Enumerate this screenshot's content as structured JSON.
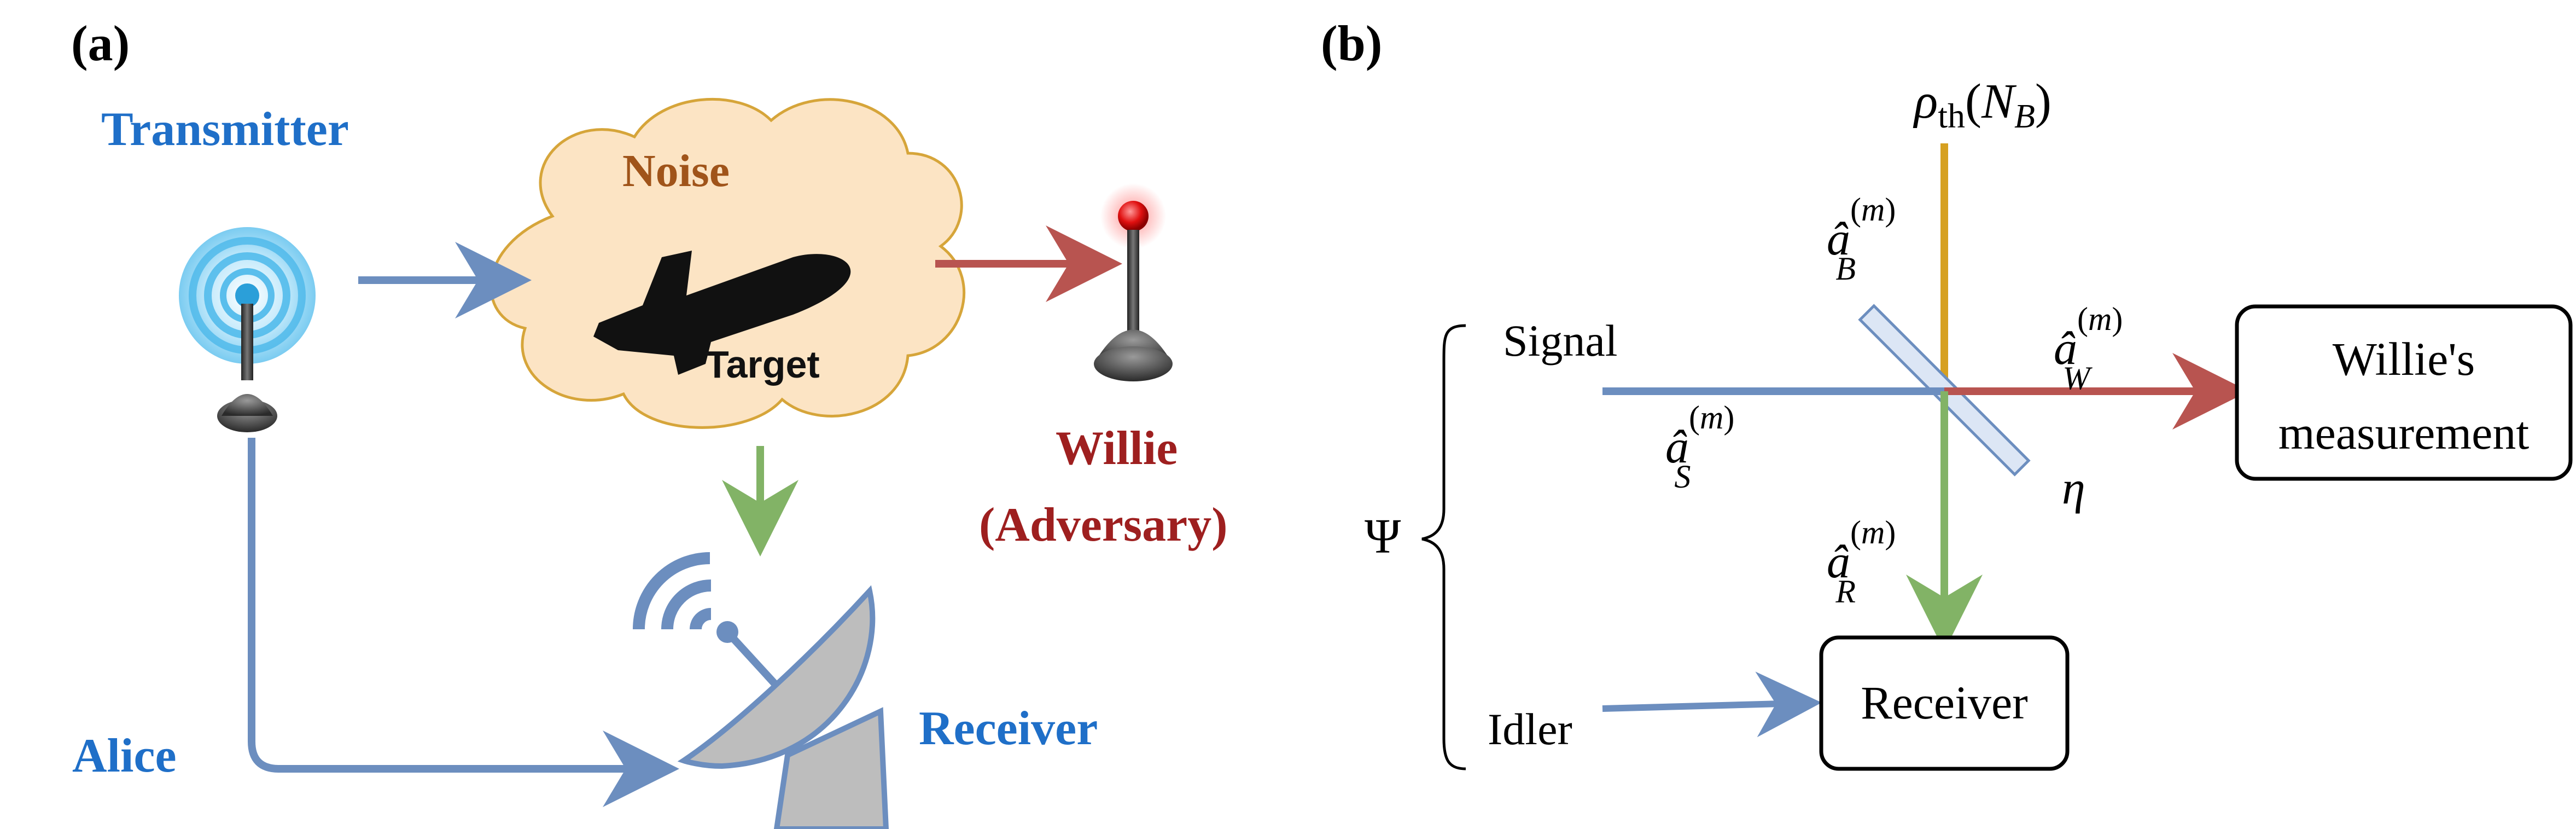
{
  "panel_a": {
    "label": "(a)",
    "transmitter_label": "Transmitter",
    "noise_label": "Noise",
    "target_label": "Target",
    "willie_label": "Willie",
    "adversary_label": "(Adversary)",
    "alice_label": "Alice",
    "receiver_label": "Receiver"
  },
  "panel_b": {
    "label": "(b)",
    "thermal_label": "ρ_th(N_B)",
    "mode_b": "â_B^(m)",
    "mode_w": "â_W^(m)",
    "mode_s": "â_S^(m)",
    "mode_r": "â_R^(m)",
    "signal_label": "Signal",
    "idler_label": "Idler",
    "psi_label": "Ψ",
    "eta_label": "η",
    "willie_box_line1": "Willie's",
    "willie_box_line2": "measurement",
    "receiver_box": "Receiver"
  },
  "colors": {
    "blue_arrow": "#6C8EBF",
    "red_arrow": "#B85450",
    "green_arrow": "#82B366",
    "orange_line": "#D6A020",
    "title_blue": "#1F6FC8",
    "noise_text": "#A0541A",
    "willie_text": "#9E1F1F",
    "cloud_fill": "#FCE4C4",
    "cloud_stroke": "#D6A53A",
    "splitter_fill": "#DCE6F5",
    "splitter_stroke": "#6C8EBF"
  },
  "icons": [
    "transmitter-antenna-icon",
    "airplane-icon",
    "red-beacon-antenna-icon",
    "satellite-dish-icon"
  ]
}
